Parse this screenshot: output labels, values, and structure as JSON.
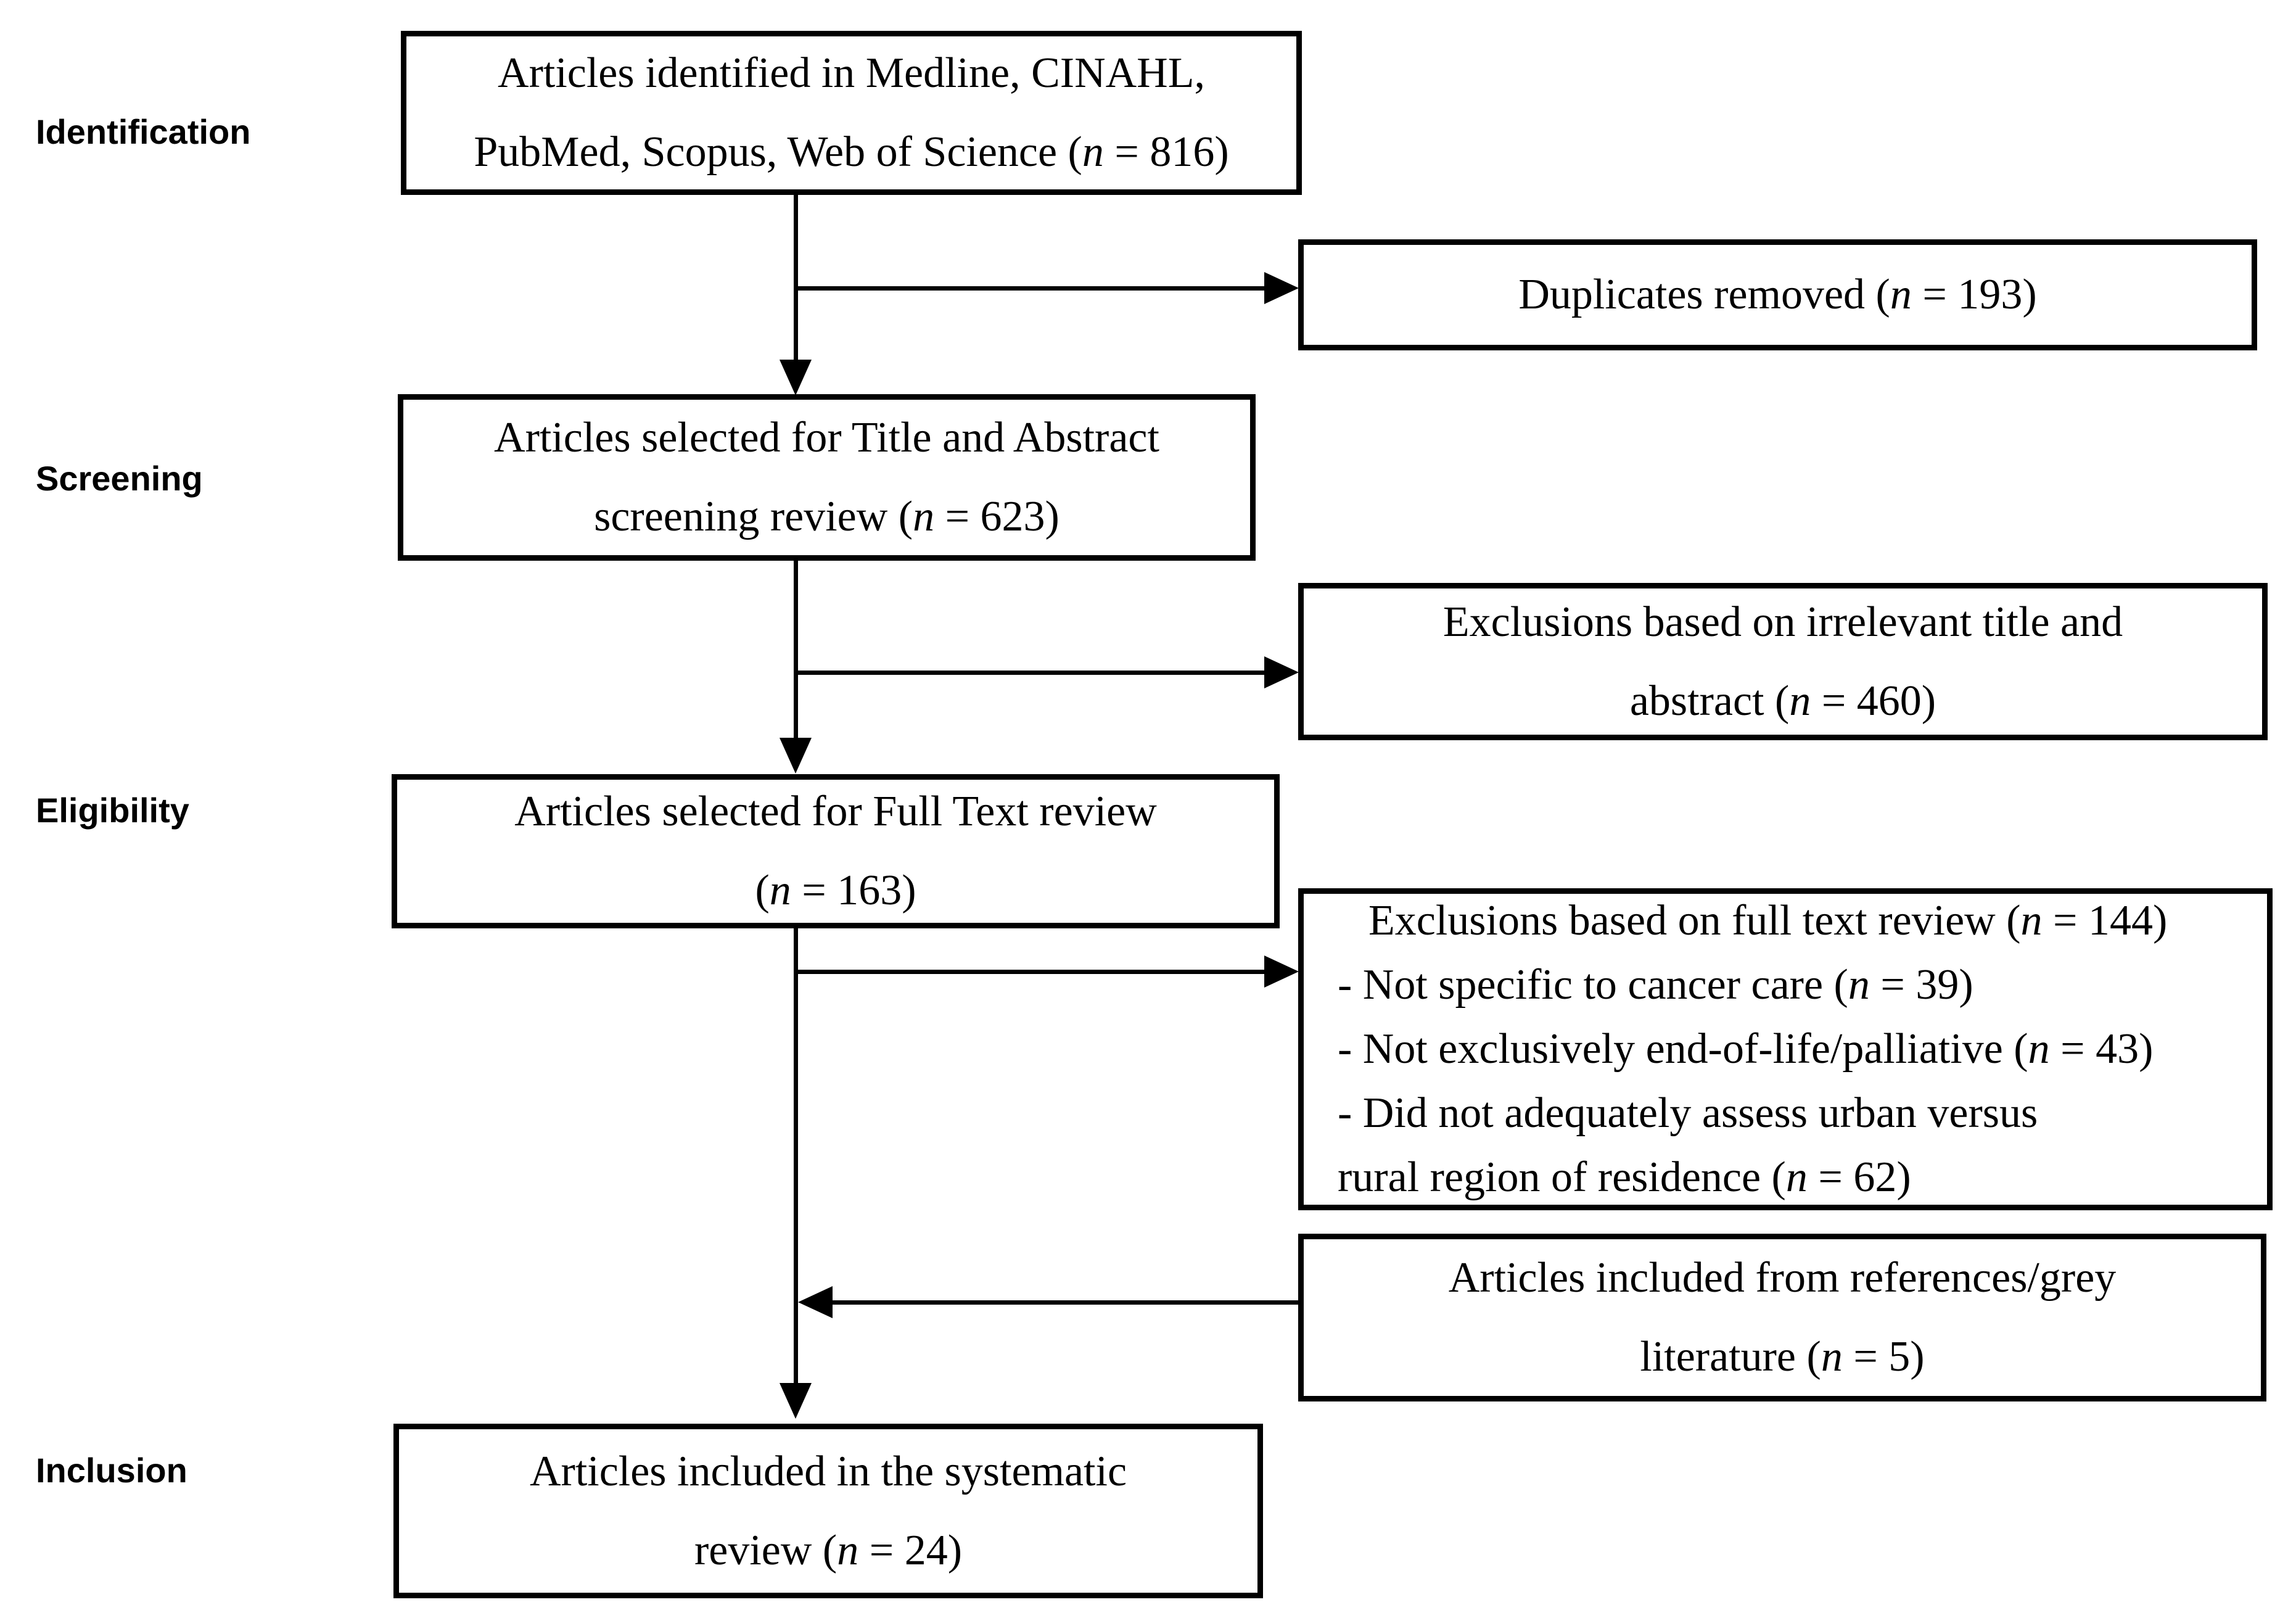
{
  "diagram": {
    "stages": [
      {
        "label": "Identification"
      },
      {
        "label": "Screening"
      },
      {
        "label": "Eligibility"
      },
      {
        "label": "Inclusion"
      }
    ],
    "boxes": {
      "identified": {
        "lines": [
          [
            {
              "t": "Articles identified in Medline, CINAHL,"
            }
          ],
          [
            {
              "t": "PubMed, Scopus, Web of Science ("
            },
            {
              "t": "n",
              "i": true
            },
            {
              "t": " = 816)"
            }
          ]
        ]
      },
      "duplicates_removed": {
        "lines": [
          [
            {
              "t": "Duplicates removed ("
            },
            {
              "t": "n",
              "i": true
            },
            {
              "t": " = 193)"
            }
          ]
        ]
      },
      "title_abstract_screening": {
        "lines": [
          [
            {
              "t": "Articles selected for Title and Abstract"
            }
          ],
          [
            {
              "t": "screening review ("
            },
            {
              "t": "n",
              "i": true
            },
            {
              "t": " = 623)"
            }
          ]
        ]
      },
      "exclusions_title_abstract": {
        "lines": [
          [
            {
              "t": "Exclusions based on irrelevant title and"
            }
          ],
          [
            {
              "t": "abstract ("
            },
            {
              "t": "n",
              "i": true
            },
            {
              "t": " = 460)"
            }
          ]
        ]
      },
      "full_text_review": {
        "lines": [
          [
            {
              "t": "Articles selected for Full Text review"
            }
          ],
          [
            {
              "t": "("
            },
            {
              "t": "n",
              "i": true
            },
            {
              "t": " = 163)"
            }
          ]
        ]
      },
      "exclusions_full_text": {
        "lines": [
          [
            {
              "t": "Exclusions based on full text review ("
            },
            {
              "t": "n",
              "i": true
            },
            {
              "t": " = 144)"
            }
          ],
          [
            {
              "t": "- Not specific to cancer care ("
            },
            {
              "t": "n",
              "i": true
            },
            {
              "t": " = 39)"
            }
          ],
          [
            {
              "t": "- Not exclusively end-of-life/palliative ("
            },
            {
              "t": "n",
              "i": true
            },
            {
              "t": " = 43)"
            }
          ],
          [
            {
              "t": "- Did not adequately assess urban versus"
            }
          ],
          [
            {
              "t": "rural region of residence ("
            },
            {
              "t": "n",
              "i": true
            },
            {
              "t": " = 62)"
            }
          ]
        ]
      },
      "references_grey_literature": {
        "lines": [
          [
            {
              "t": "Articles included from references/grey"
            }
          ],
          [
            {
              "t": "literature ("
            },
            {
              "t": "n",
              "i": true
            },
            {
              "t": " = 5)"
            }
          ]
        ]
      },
      "included": {
        "lines": [
          [
            {
              "t": "Articles included in the systematic"
            }
          ],
          [
            {
              "t": "review ("
            },
            {
              "t": "n",
              "i": true
            },
            {
              "t": " = 24)"
            }
          ]
        ]
      }
    },
    "colors": {
      "line": "#000000",
      "background": "#ffffff",
      "text": "#000000"
    }
  }
}
